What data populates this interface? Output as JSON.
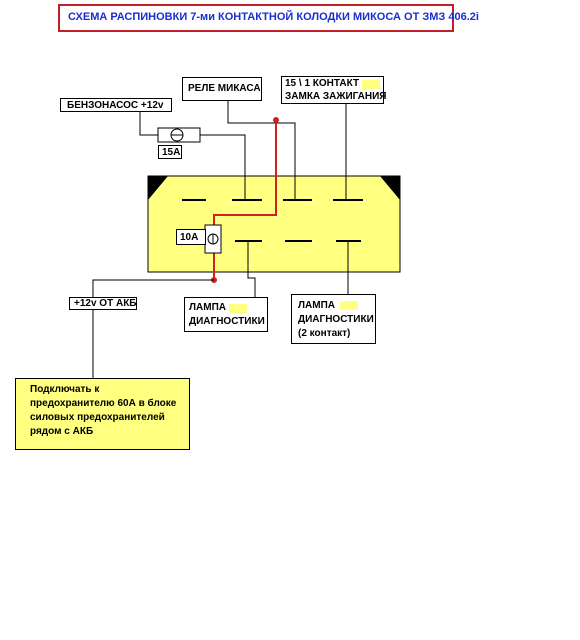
{
  "title": "СХЕМА РАСПИНОВКИ 7-ми КОНТАКТНОЙ КОЛОДКИ МИКОСА ОТ ЗМЗ 406.2i",
  "labels": {
    "fuel_pump": "БЕНЗОНАСОС +12v",
    "relay": "РЕЛЕ МИКАСА",
    "ignition_line1": "15 \\ 1 КОНТАКТ",
    "ignition_line2": "ЗАМКА ЗАЖИГАНИЯ",
    "fuse_15": "15А",
    "fuse_10": "10А",
    "battery": "+12v ОТ АКБ",
    "lamp1_line1": "ЛАМПА",
    "lamp1_line2": "ДИАГНОСТИКИ",
    "lamp2_line1": "ЛАМПА",
    "lamp2_line2": "ДИАГНОСТИКИ",
    "lamp2_line3": "(2 контакт)"
  },
  "note": {
    "line1": "Подключать к",
    "line2": "предохранителю 60А в блоке",
    "line3": "силовых предохранителей",
    "line4": "рядом с АКБ"
  },
  "colors": {
    "connector": "#ffff80",
    "wire": "#000000",
    "red_wire": "#d02020",
    "title_text": "#1a2fd0",
    "title_border": "#c0202a"
  }
}
